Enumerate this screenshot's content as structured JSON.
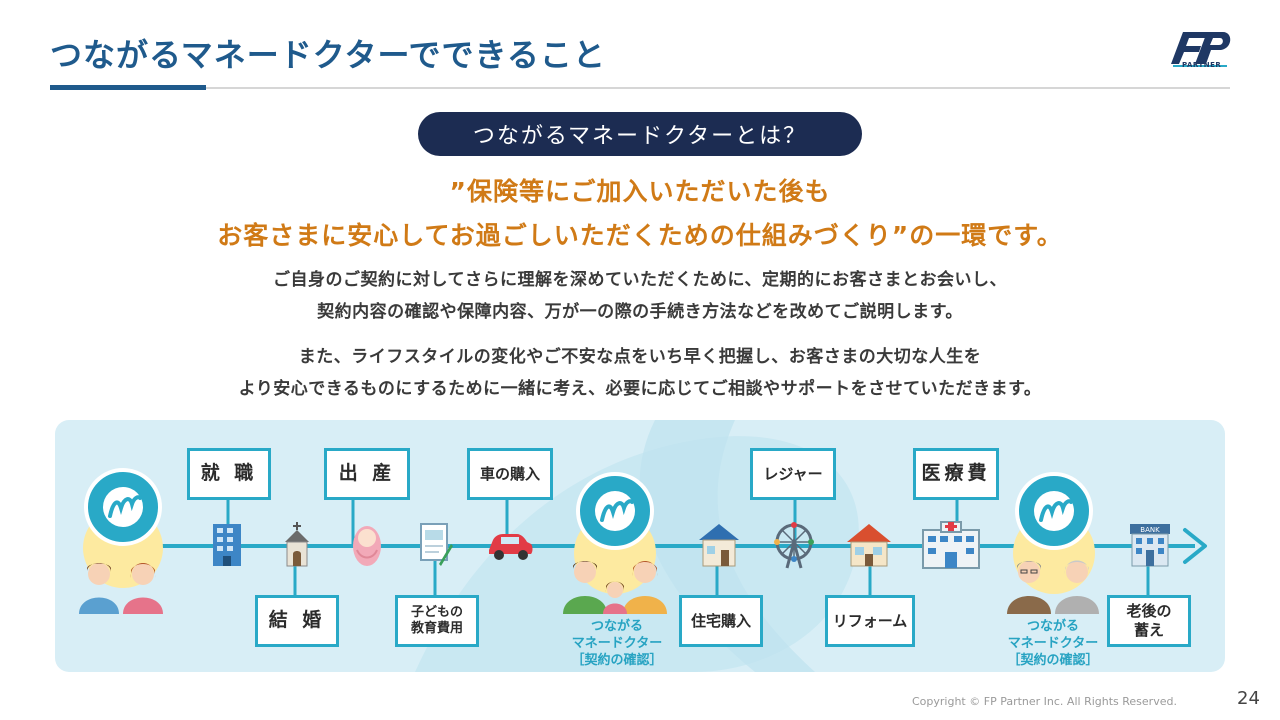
{
  "header": {
    "title": "つながるマネードクターでできること"
  },
  "logo": {
    "text": "FP",
    "sub": "PARTNER"
  },
  "pill": "つながるマネードクターとは？",
  "headline": {
    "line1": "”保険等にご加入いただいた後も",
    "line2": "お客さまに安心してお過ごしいただくための仕組みづくり”の一環です。"
  },
  "body": {
    "p1_l1": "ご自身のご契約に対してさらに理解を深めていただくために、定期的にお客さまとお会いし、",
    "p1_l2": "契約内容の確認や保障内容、万が一の際の手続き方法などを改めてご説明します。",
    "p2_l1": "また、ライフスタイルの変化やご不安な点をいち早く把握し、お客さまの大切な人生を",
    "p2_l2": "より安心できるものにするために一緒に考え、必要に応じてご相談やサポートをさせていただきます。"
  },
  "timeline": {
    "top": {
      "shushoku": "就 職",
      "shussan": "出 産",
      "car": "車の購入",
      "leisure": "レジャー",
      "medical": "医療費"
    },
    "bottom": {
      "kekkon": "結 婚",
      "education_l1": "子どもの",
      "education_l2": "教育費用",
      "house": "住宅購入",
      "reform": "リフォーム",
      "savings_l1": "老後の",
      "savings_l2": "蓄え"
    },
    "md_label": {
      "l1": "つながる",
      "l2": "マネードクター",
      "l3": "［契約の確認］"
    },
    "bank_text": "BANK"
  },
  "footer": {
    "copyright": "Copyright © FP Partner Inc. All Rights Reserved.",
    "page": "24"
  },
  "colors": {
    "navy": "#1c2c52",
    "title_blue": "#1f5a8c",
    "orange": "#d07a16",
    "teal": "#29a9c7",
    "panel": "#d8eef6"
  }
}
